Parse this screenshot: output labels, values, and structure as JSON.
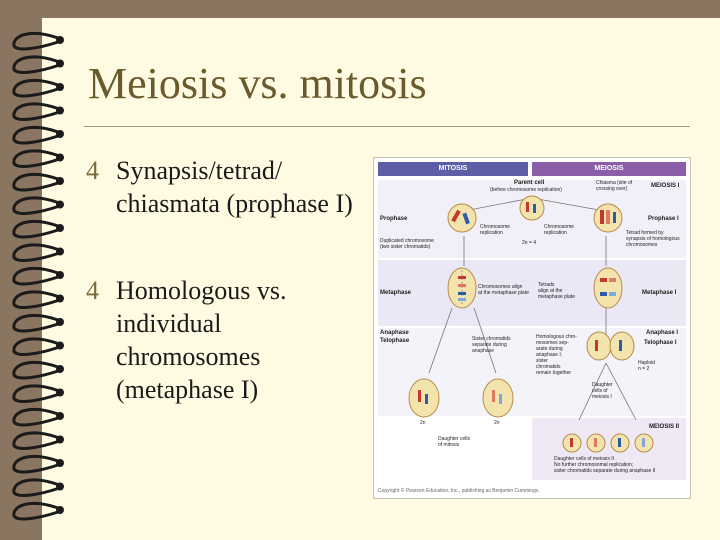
{
  "slide": {
    "title": "Meiosis vs. mitosis",
    "bullets": [
      {
        "marker": "4",
        "lines": [
          "Synapsis/tetrad/",
          "chiasmata (prophase I)"
        ]
      },
      {
        "marker": "4",
        "lines": [
          "Homologous vs.",
          "individual",
          "chromosomes",
          "(metaphase I)"
        ]
      }
    ]
  },
  "figure": {
    "header_mitosis": "MITOSIS",
    "header_meiosis": "MEIOSIS",
    "parent_cell": "Parent cell",
    "parent_cell_sub": "(before chromosome replication)",
    "chiasma": "Chiasma (site of",
    "chiasma_sub": "crossing over)",
    "meiosis_i": "MEIOSIS I",
    "prophase": "Prophase",
    "prophase_i": "Prophase I",
    "duplicated": "Duplicated chromosome",
    "duplicated_sub": "(two sister chromatids)",
    "chrom_rep": "Chromosome",
    "chrom_rep_sub": "replication",
    "chrom_rep2": "Chromosome",
    "chrom_rep2_sub": "replication",
    "twon_top": "2n = 4",
    "tetrad": "Tetrad formed by",
    "tetrad_sub1": "synapsis of homologous",
    "tetrad_sub2": "chromosomes",
    "metaphase": "Metaphase",
    "metaphase_i": "Metaphase I",
    "align1": "Chromosomes align",
    "align1_sub": "at the metaphase plate",
    "align2": "Tetrads",
    "align2_sub1": "align at the",
    "align2_sub2": "metaphase plate",
    "anaphase": "Anaphase",
    "telophase": "Telophase",
    "anaphase_i": "Anaphase I",
    "telophase_i": "Telophase I",
    "sister_sep": "Sister chromatids",
    "sister_sep2": "separate during",
    "sister_sep3": "anaphase",
    "homol1": "Homologous chro-",
    "homol2": "mosomes sep-",
    "homol3": "arate during",
    "homol4": "anaphase I;",
    "homol5": "sister",
    "homol6": "chromatids",
    "homol7": "remain together",
    "haploid": "Haploid",
    "haploid_n": "n = 2",
    "daughter_meiosis_i": "Daughter",
    "daughter_meiosis_i2": "cells of",
    "daughter_meiosis_i3": "meiosis I",
    "twon_left": "2n",
    "twon_right": "2n",
    "daughter_mitosis": "Daughter cells",
    "daughter_mitosis2": "of mitosis",
    "meiosis_ii": "MEIOSIS II",
    "daughter_meiosis_ii": "Daughter cells of meiosis II",
    "meiosis_ii_note1": "No further chromosomal replication;",
    "meiosis_ii_note2": "sister chromatids separate during anaphase II",
    "copyright": "Copyright © Pearson Education, Inc., publishing as Benjamin Cummings."
  },
  "colors": {
    "background": "#8a7561",
    "paper": "#fffbe3",
    "title": "#6b5a2c",
    "mitosis": "#5c5fa6",
    "meiosis": "#8a5fa8"
  }
}
